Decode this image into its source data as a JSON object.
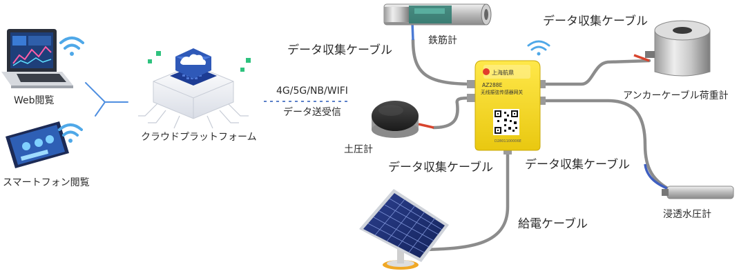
{
  "left_labels": {
    "web_view": "Web閲覧",
    "smartphone_view": "スマートフォン閲覧",
    "cloud_platform": "クラウドプラットフォーム"
  },
  "link": {
    "protocols": "4G/5G/NB/WIFI",
    "transfer": "データ送受信"
  },
  "gateway": {
    "brand": "上海航鼎",
    "model": "AZ288E",
    "subtitle": "无线振弦传感器网关",
    "serial": "D2801100006E"
  },
  "sensors": {
    "rebar_meter": "鉄筋計",
    "anchor_cable_load_meter": "アンカーケーブル荷重計",
    "earth_pressure_meter": "土圧計",
    "osmometer": "浸透水圧計"
  },
  "cables": {
    "data_cable_top_left": "データ収集ケーブル",
    "data_cable_top_right": "データ収集ケーブル",
    "data_cable_mid_left": "データ収集ケーブル",
    "data_cable_mid_right": "データ収集ケーブル",
    "power_cable": "給電ケーブル"
  },
  "colors": {
    "gateway_yellow": "#f7dc1c",
    "cloud_blue": "#2f59b8",
    "wifi_blue": "#4fa8e8",
    "cable_gray": "#8c8c8c",
    "link_dash": "#5a7fc8"
  }
}
